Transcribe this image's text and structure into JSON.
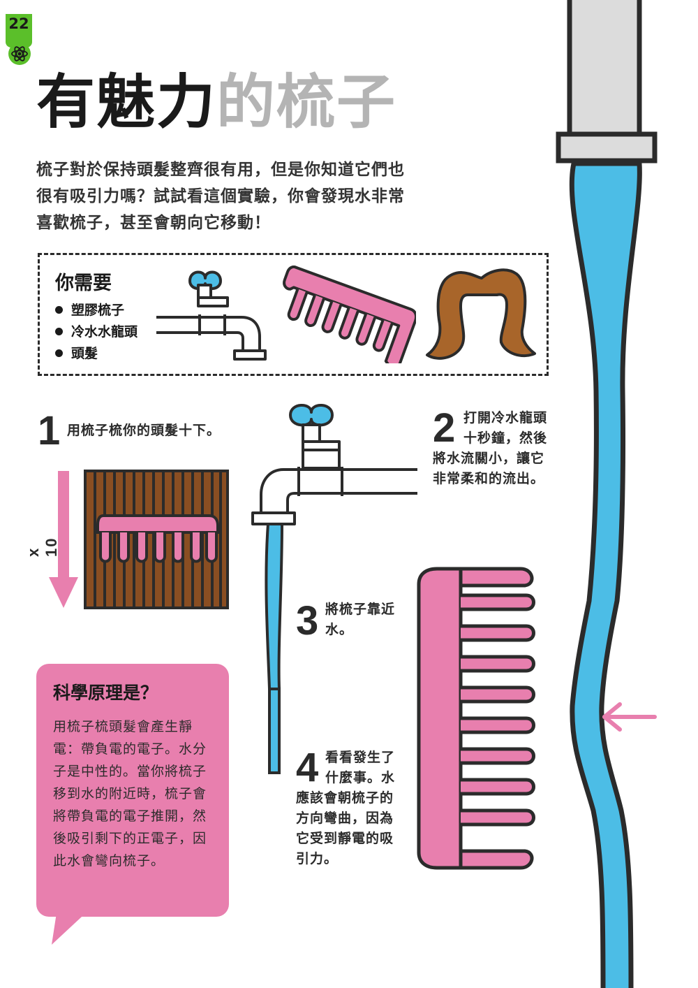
{
  "page_number": "22",
  "title": {
    "part1": "有魅力",
    "part2": "的梳子"
  },
  "intro": {
    "line1": "梳子對於保持頭髮整齊很有用，但是你知道它們也",
    "line2": "很有吸引力嗎？試試看這個實驗，你會發現水非常",
    "line3": "喜歡梳子，甚至會朝向它移動！"
  },
  "materials": {
    "heading": "你需要",
    "items": [
      "塑膠梳子",
      "冷水水龍頭",
      "頭髮"
    ]
  },
  "steps": [
    {
      "number": "1",
      "lines": [
        "用梳子梳你的頭髮十下。"
      ]
    },
    {
      "number": "2",
      "lines": [
        "打開冷水龍頭",
        "十秒鐘，然後",
        "將水流關小，讓它",
        "非常柔和的流出。"
      ]
    },
    {
      "number": "3",
      "lines": [
        "將梳子靠近",
        "水。"
      ]
    },
    {
      "number": "4",
      "lines": [
        "看看發生了",
        "什麼事。水",
        "應該會朝梳子的",
        "方向彎曲，因為",
        "它受到靜電的吸",
        "引力。"
      ]
    }
  ],
  "repeat_label": "x 10",
  "science": {
    "heading": "科學原理是？",
    "lines": [
      "用梳子梳頭髮會產生靜",
      "電：帶負電的電子。水分",
      "子是中性的。當你將梳子",
      "移到水的附近時，梳子會",
      "將帶負電的電子推開，然",
      "後吸引剩下的正電子，因",
      "此水會彎向梳子。"
    ]
  },
  "colors": {
    "green": "#5bbf2a",
    "blue": "#4cbde6",
    "pink": "#e87fae",
    "brown": "#8a4e22",
    "hair_brown": "#a8652a",
    "outline": "#2b2b2b",
    "pipe_gray": "#dcdcdc"
  },
  "icons": [
    "atom-icon",
    "faucet-icon",
    "comb-icon",
    "hair-icon",
    "down-arrow-icon",
    "left-arrow-icon"
  ]
}
